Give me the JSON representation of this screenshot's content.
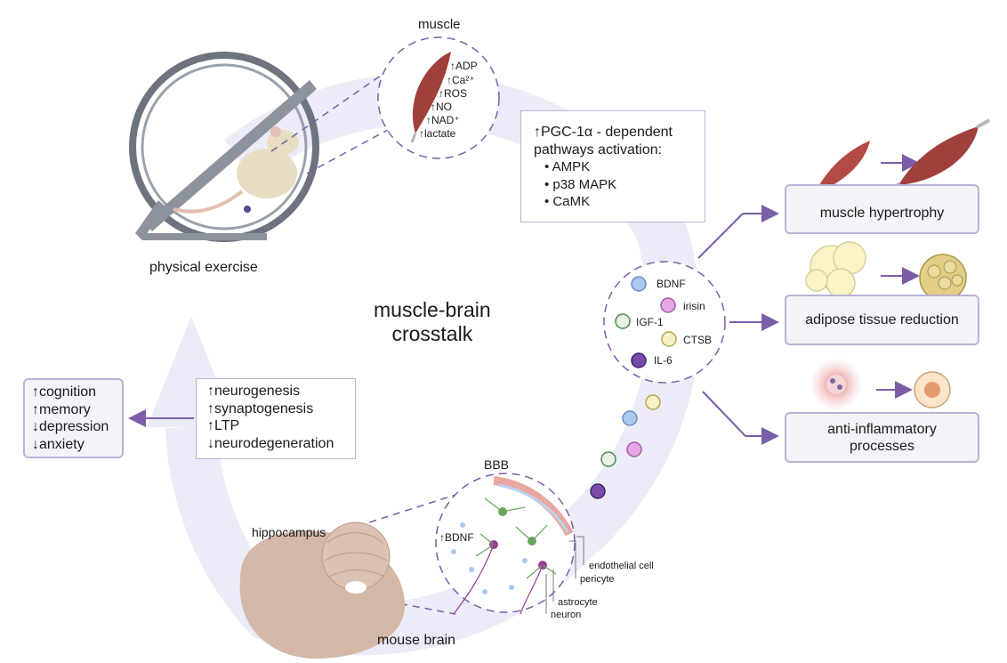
{
  "title": {
    "line1": "muscle-brain",
    "line2": "crosstalk"
  },
  "exercise": {
    "label": "physical exercise"
  },
  "muscle": {
    "label": "muscle",
    "markers": [
      "↑ADP",
      "↑Ca²⁺",
      "↑ROS",
      "↑NO",
      "↑NAD⁺",
      "↑lactate"
    ]
  },
  "pgc": {
    "heading1": "↑PGC-1α - dependent",
    "heading2": "pathways activation:",
    "items": [
      "AMPK",
      "p38 MAPK",
      "CaMK"
    ]
  },
  "myokines": {
    "items": [
      {
        "name": "BDNF",
        "color": "#a9c8ee"
      },
      {
        "name": "irisin",
        "color": "#e5a6e6"
      },
      {
        "name": "IGF-1",
        "color": "#d5ebd5"
      },
      {
        "name": "CTSB",
        "color": "#f4edbf"
      },
      {
        "name": "IL-6",
        "color": "#7a4aa8"
      }
    ]
  },
  "effects": {
    "hypertrophy": "muscle hypertrophy",
    "adipose": "adipose tissue reduction",
    "inflammation_line1": "anti-inflammatory",
    "inflammation_line2": "processes"
  },
  "brain_effects": [
    "↑neurogenesis",
    "↑synaptogenesis",
    "↑LTP",
    "↓neurodegeneration"
  ],
  "outcomes": [
    "↑cognition",
    "↑memory",
    "↓depression",
    "↓anxiety"
  ],
  "brain": {
    "bbb": "BBB",
    "bdnf": "↑BDNF",
    "hippocampus": "hippocampus",
    "mouse_brain": "mouse brain",
    "cells": [
      "endothelial cell",
      "pericyte",
      "astrocyte",
      "neuron"
    ]
  },
  "colors": {
    "accent": "#7b5ea7",
    "box_border": "#b9b2d4",
    "cycle": "#ebecf7",
    "muscle": "#a0403d"
  }
}
